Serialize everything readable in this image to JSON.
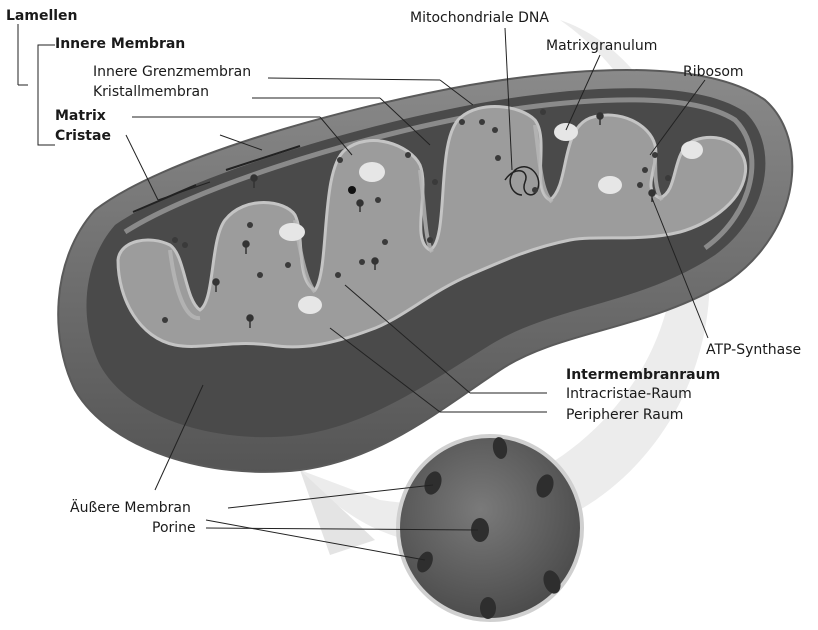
{
  "colors": {
    "outer_membrane": "#6e6e6e",
    "intermembrane_space": "#4a4a4a",
    "matrix": "#999999",
    "cristae_edge": "#bdbdbd",
    "granule": "#e8e8e8",
    "dot": "#3a3a3a",
    "leader_line": "#222222",
    "label_text": "#1a1a1a"
  },
  "labels": {
    "lamellen": "Lamellen",
    "innere_membran": "Innere Membran",
    "innere_grenzmembran": "Innere Grenzmembran",
    "kristallmembran": "Kristallmembran",
    "matrix": "Matrix",
    "cristae": "Cristae",
    "mitochondriale_dna": "Mitochondriale DNA",
    "matrixgranulum": "Matrixgranulum",
    "ribosom": "Ribosom",
    "atp_synthase": "ATP-Synthase",
    "intermembranraum": "Intermembranraum",
    "intracristae_raum": "Intracristae-Raum",
    "peripherer_raum": "Peripherer Raum",
    "aeussere_membran": "Äußere Membran",
    "porine": "Porine"
  }
}
